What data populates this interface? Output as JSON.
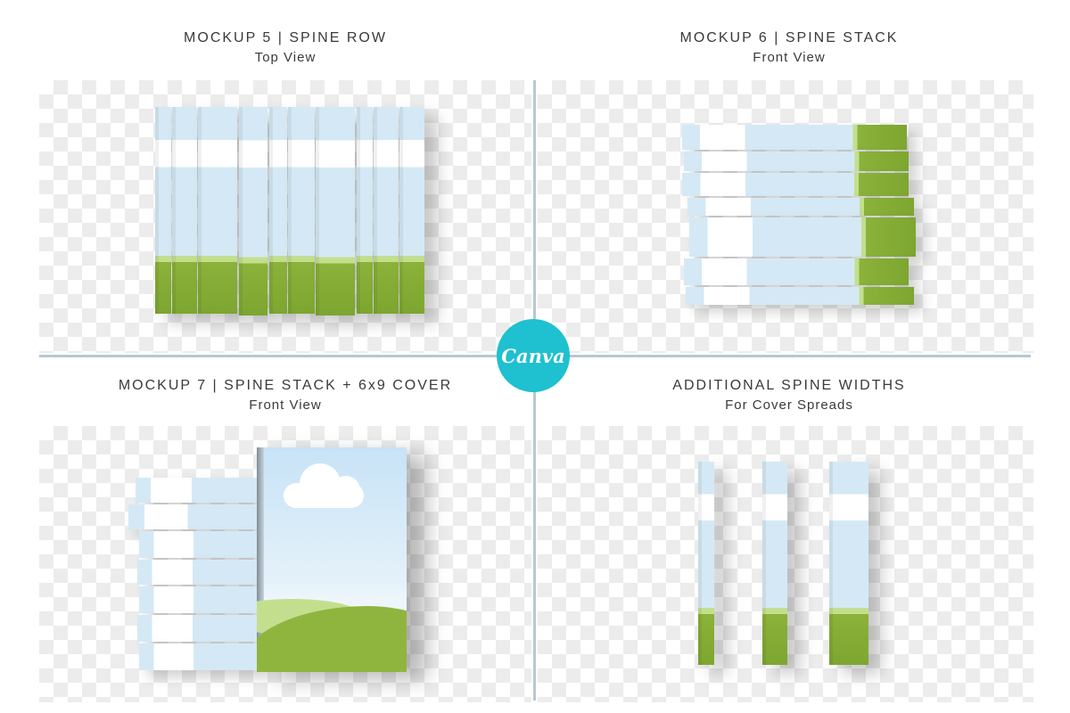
{
  "panels": [
    {
      "title": "MOCKUP 5 | SPINE ROW",
      "subtitle": "Top View"
    },
    {
      "title": "MOCKUP 6 | SPINE STACK",
      "subtitle": "Front View"
    },
    {
      "title": "MOCKUP 7 | SPINE STACK + 6x9 COVER",
      "subtitle": "Front View"
    },
    {
      "title": "ADDITIONAL SPINE WIDTHS",
      "subtitle": "For Cover Spreads"
    }
  ],
  "logo": {
    "text": "Canva",
    "color": "#1fc0cf"
  },
  "colors": {
    "sky": "#d4e9f5",
    "grass": "#8bb23a",
    "divider": "#b7c8d2"
  }
}
